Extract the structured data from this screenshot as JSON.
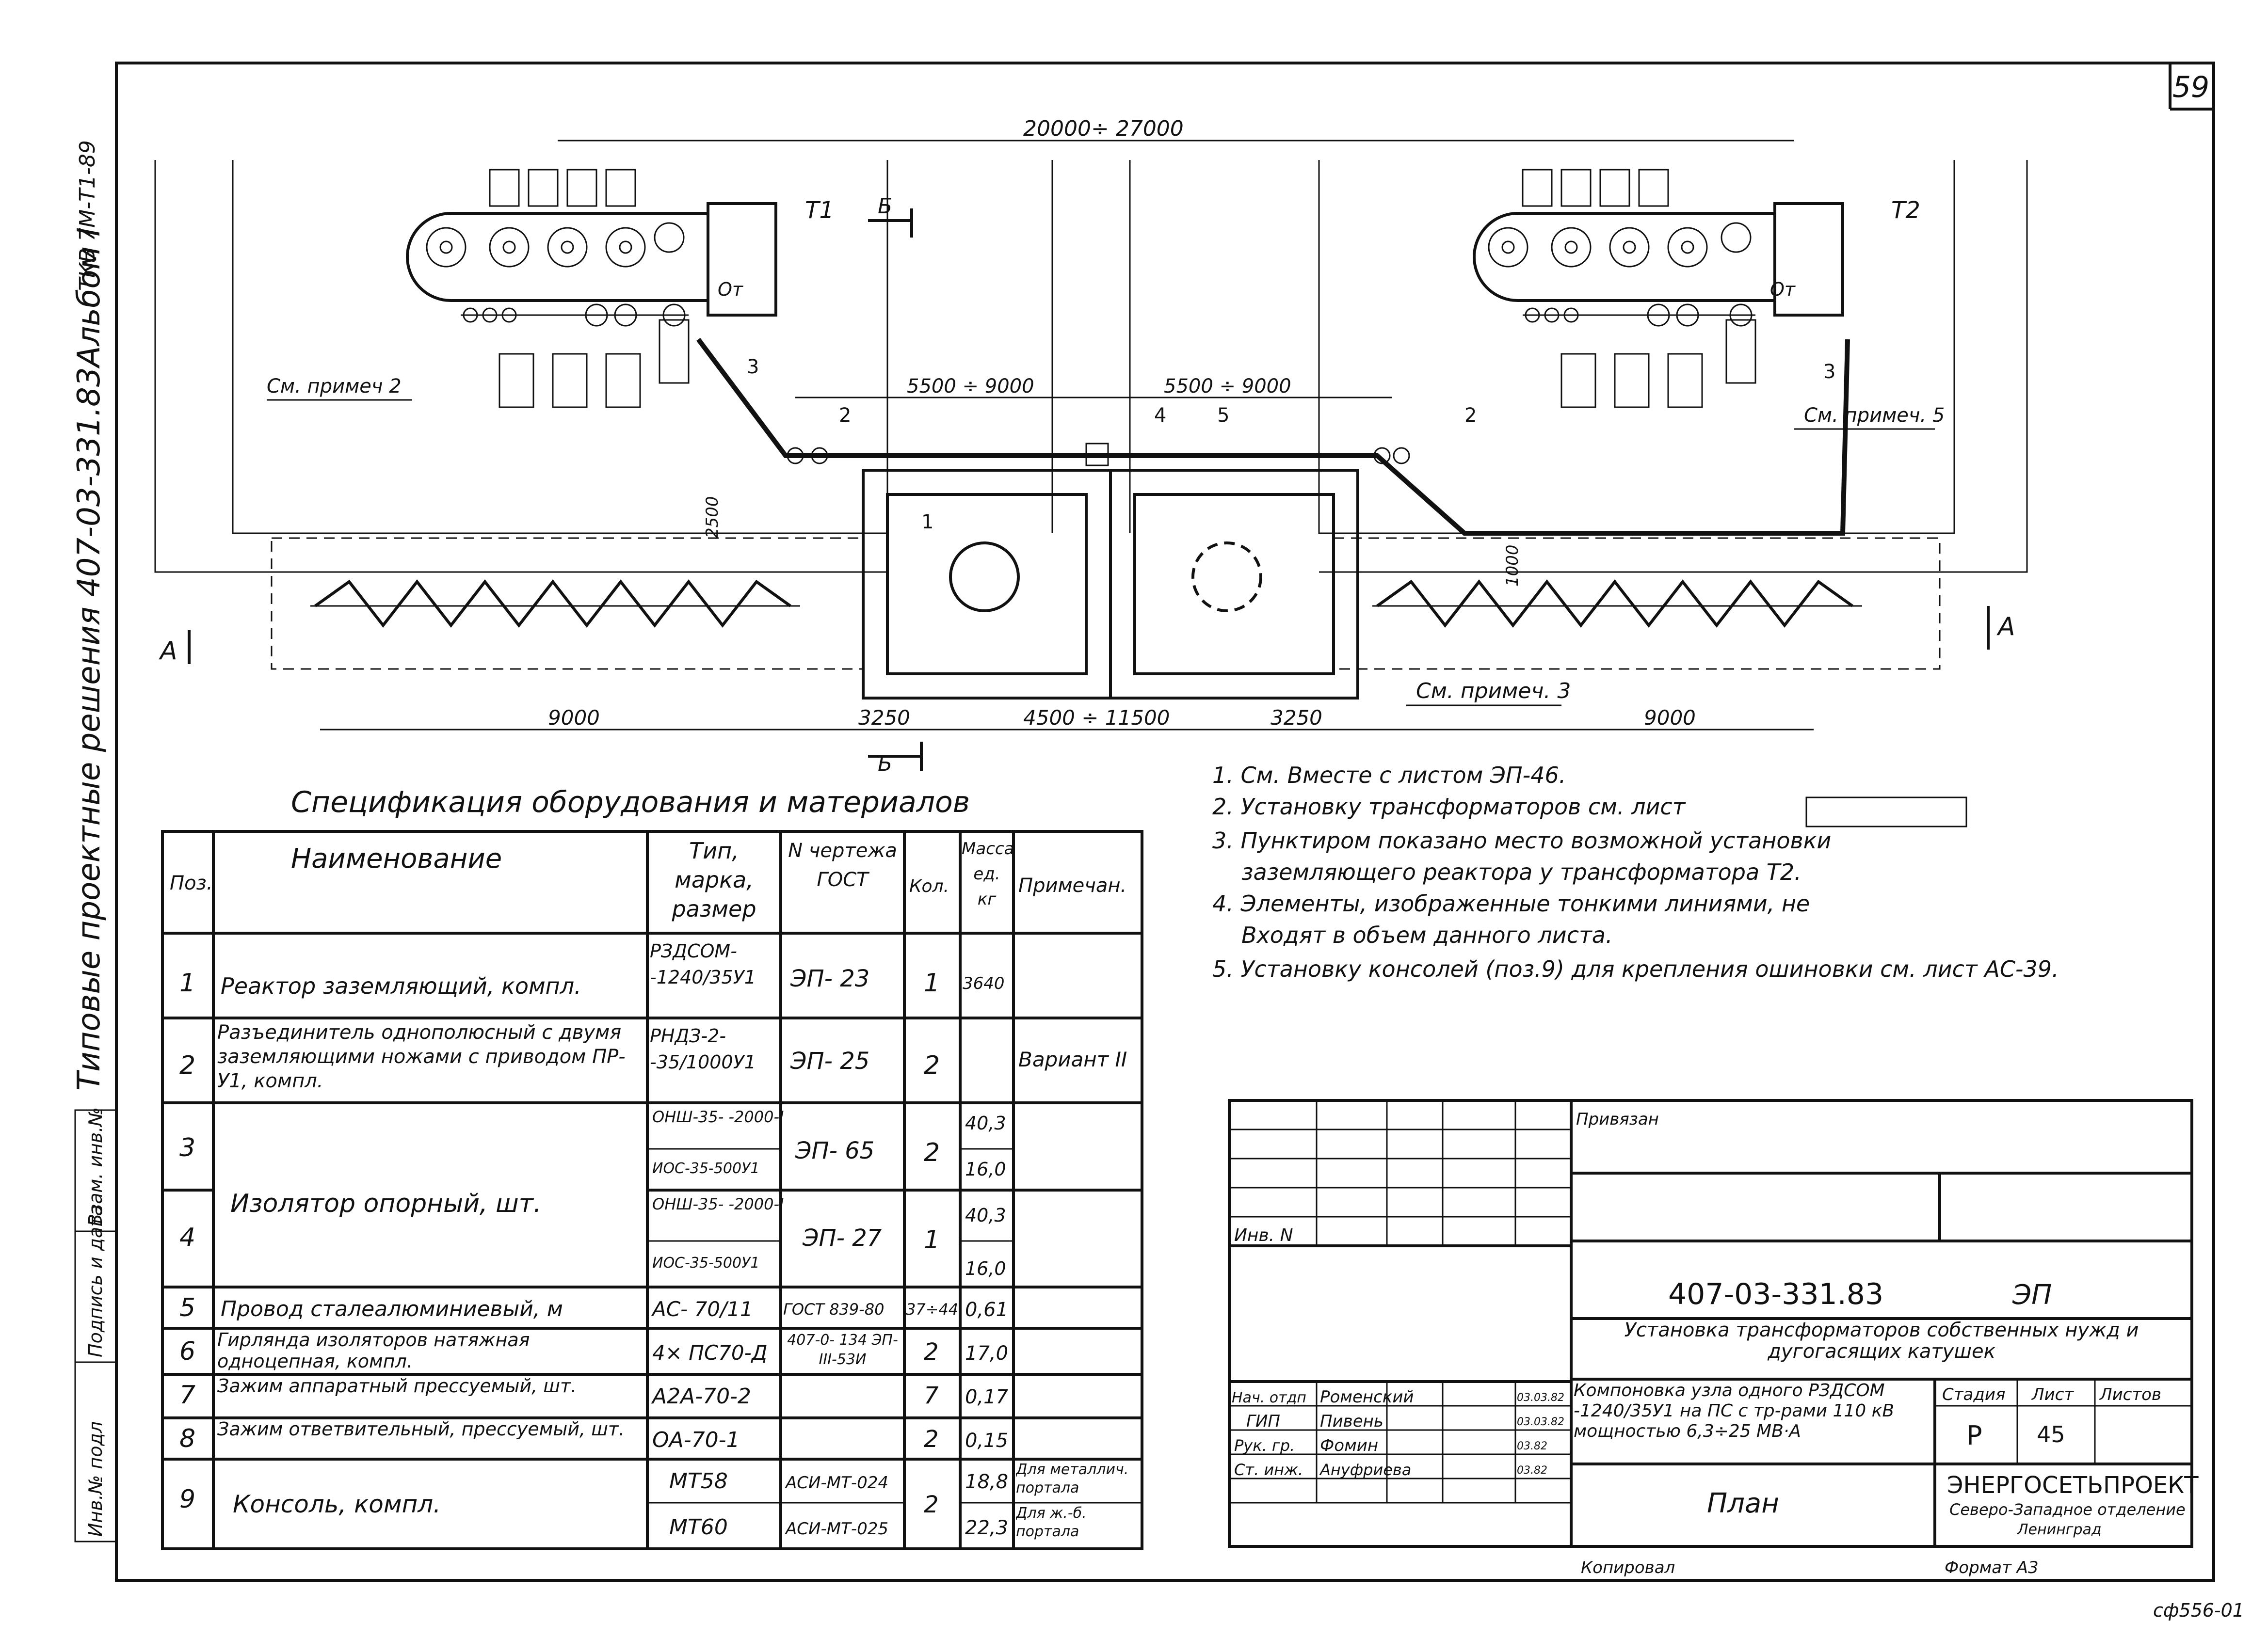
{
  "sheet": {
    "page_number": "59",
    "bottom_code": "сф556-01"
  },
  "side_stamp": {
    "title": "Типовые проектные решения 407-03-331.83Альбом I",
    "code": "ТКВ 7М-Т1-89",
    "cells": [
      "Инв.№ подл",
      "Подпись и дата",
      "Взам. инв.№"
    ]
  },
  "drawing": {
    "dim_top": "20000÷ 27000",
    "t1": "Т1",
    "t2": "Т2",
    "section_b": "Б",
    "section_a_left": "А",
    "section_a_right": "А",
    "om_left": "От",
    "om_right": "От",
    "pos3_left": "3",
    "pos3_right": "3",
    "note2": "См. примеч 2",
    "note5": "См. примеч. 5",
    "note3": "См. примеч. 3",
    "dim_5500_left": "5500 ÷ 9000",
    "dim_5500_right": "5500 ÷ 9000",
    "pos_labels": [
      "2",
      "4",
      "5",
      "2",
      "1"
    ],
    "dim_2500": "2500",
    "dim_1000": "1000",
    "dim_bottom": [
      "9000",
      "3250",
      "4500 ÷ 11500",
      "3250",
      "9000"
    ]
  },
  "notes": [
    "1. См. Вместе с листом ЭП-46.",
    "2. Установку трансформаторов см. лист",
    "3. Пунктиром показано место возможной установки",
    "заземляющего реактора у трансформатора Т2.",
    "4. Элементы, изображенные тонкими линиями, не",
    "Входят в объем данного листа.",
    "5. Установку консолей (поз.9) для крепления ошиновки см. лист АС-39."
  ],
  "spec": {
    "title": "Спецификация оборудования и материалов",
    "headers": {
      "pos": "Поз.",
      "name": "Наименование",
      "type": "Тип, марка, размер",
      "drawing": "N чертежа ГОСТ",
      "qty": "Кол.",
      "mass": "Масса ед. кг",
      "note": "Примечан."
    },
    "rows": [
      {
        "pos": "1",
        "name": "Реактор заземляющий, компл.",
        "type": "РЗДСОМ- -1240/35У1",
        "drawing": "ЭП- 23",
        "qty": "1",
        "mass": "3640",
        "note": ""
      },
      {
        "pos": "2",
        "name": "Разъединитель однополюсный с двумя заземляющими ножами с приводом ПР-У1, компл.",
        "type": "РНДЗ-2- -35/1000У1",
        "drawing": "ЭП- 25",
        "qty": "2",
        "mass": "",
        "note": "Вариант II"
      },
      {
        "pos": "3",
        "name": "",
        "type": "ОНШ-35- -2000-I",
        "type2": "ИОС-35-500У1",
        "drawing": "ЭП- 65",
        "qty": "2",
        "mass": "40,3",
        "mass2": "16,0",
        "note": ""
      },
      {
        "pos": "4",
        "name": "Изолятор опорный, шт.",
        "type": "ОНШ-35- -2000-I",
        "type2": "ИОС-35-500У1",
        "drawing": "ЭП- 27",
        "qty": "1",
        "mass": "40,3",
        "mass2": "16,0",
        "note": ""
      },
      {
        "pos": "5",
        "name": "Провод сталеалюминиевый, м",
        "type": "АС- 70/11",
        "drawing": "ГОСТ 839-80",
        "qty": "37÷44",
        "mass": "0,61",
        "note": ""
      },
      {
        "pos": "6",
        "name": "Гирлянда изоляторов натяжная одноцепная, компл.",
        "type": "4× ПС70-Д",
        "drawing": "407-0- 134 ЭП-III-53И",
        "qty": "2",
        "mass": "17,0",
        "note": ""
      },
      {
        "pos": "7",
        "name": "Зажим аппаратный прессуемый, шт.",
        "type": "А2А-70-2",
        "drawing": "",
        "qty": "7",
        "mass": "0,17",
        "note": ""
      },
      {
        "pos": "8",
        "name": "Зажим ответвительный, прессуемый, шт.",
        "type": "ОА-70-1",
        "drawing": "",
        "qty": "2",
        "mass": "0,15",
        "note": ""
      },
      {
        "pos": "9",
        "name": "Консоль, компл.",
        "type": "МТ58",
        "type2": "МТ60",
        "drawing": "АСИ-МТ-024",
        "drawing2": "АСИ-МТ-025",
        "qty": "2",
        "mass": "18,8",
        "mass2": "22,3",
        "note": "Для металлич. портала",
        "note2": "Для ж.-б. портала"
      }
    ]
  },
  "title_block": {
    "bound": "Привязан",
    "inv": "Инв. N",
    "doc_code": "407-03-331.83",
    "mark": "ЭП",
    "subject": "Установка трансформаторов собственных нужд и дугогасящих катушек",
    "sheet_title": "Компоновка узла одного РЗДСОМ -1240/35У1 на ПС с тр-рами 110 кВ мощностью 6,3÷25 МВ·А",
    "stage_h": "Стадия",
    "sheet_h": "Лист",
    "sheets_h": "Листов",
    "stage": "Р",
    "sheet_no": "45",
    "plan": "План",
    "org": "ЭНЕРГОСЕТЬПРОЕКТ",
    "org_sub": "Северо-Западное отделение",
    "org_city": "Ленинград",
    "copied": "Копировал",
    "format": "Формат А3",
    "signers": [
      {
        "role": "Нач. отдп",
        "name": "Роменский",
        "date": "03.03.82"
      },
      {
        "role": "ГИП",
        "name": "Пивень",
        "date": "03.03.82"
      },
      {
        "role": "Рук. гр.",
        "name": "Фомин",
        "date": "03.82"
      },
      {
        "role": "Ст. инж.",
        "name": "Ануфриева",
        "date": "03.82"
      }
    ]
  }
}
